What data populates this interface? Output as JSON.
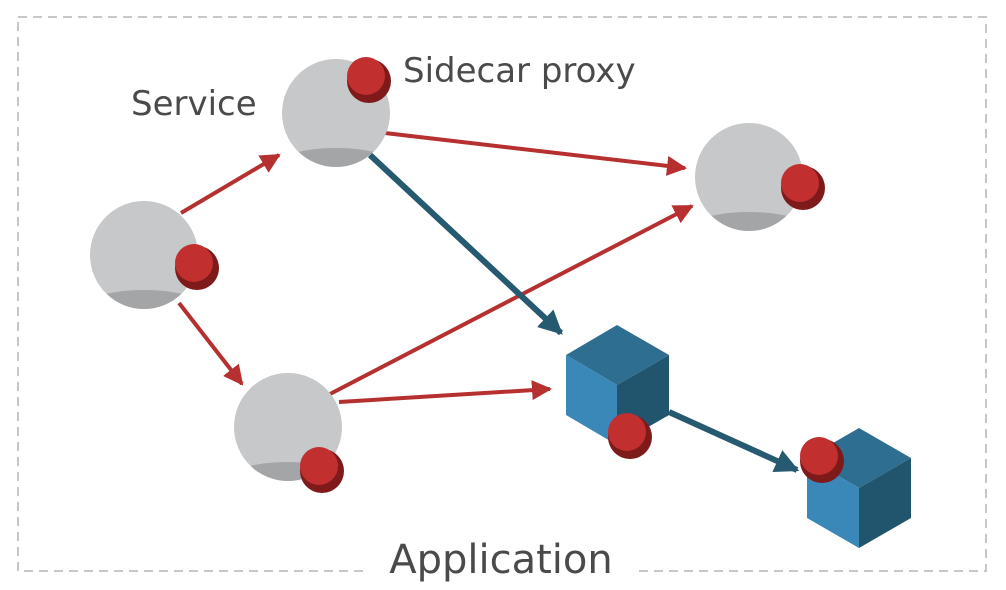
{
  "labels": {
    "service": "Service",
    "sidecar_proxy": "Sidecar proxy",
    "application": "Application"
  },
  "colors": {
    "service_body": "#c7c8c9",
    "service_shadow": "#a4a5a7",
    "proxy_light": "#c12f2f",
    "proxy_dark": "#7e1a1a",
    "call_arrow": "#b5302f",
    "internal_arrow": "#265a70",
    "cube_front": "#3a88b8",
    "cube_side": "#21556d",
    "cube_top": "#2e6f91",
    "boundary": "#c8c8c8",
    "text": "#4a4a4a"
  }
}
